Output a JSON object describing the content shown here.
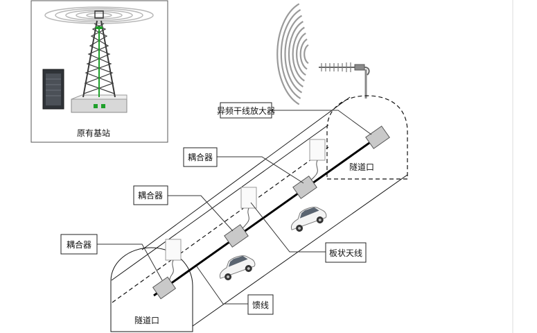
{
  "labels": {
    "base_station": "原有基站",
    "amplifier": "异频干线放大器",
    "coupler_1": "耦合器",
    "coupler_2": "耦合器",
    "coupler_3": "耦合器",
    "panel_antenna": "板状天线",
    "feeder": "馈线",
    "tunnel_entrance_right": "隧道口",
    "tunnel_entrance_left": "隧道口"
  },
  "colors": {
    "tower_accent": "#1fa02a",
    "device_fill": "#c9c9c9",
    "wave": "#9a9a9a"
  }
}
